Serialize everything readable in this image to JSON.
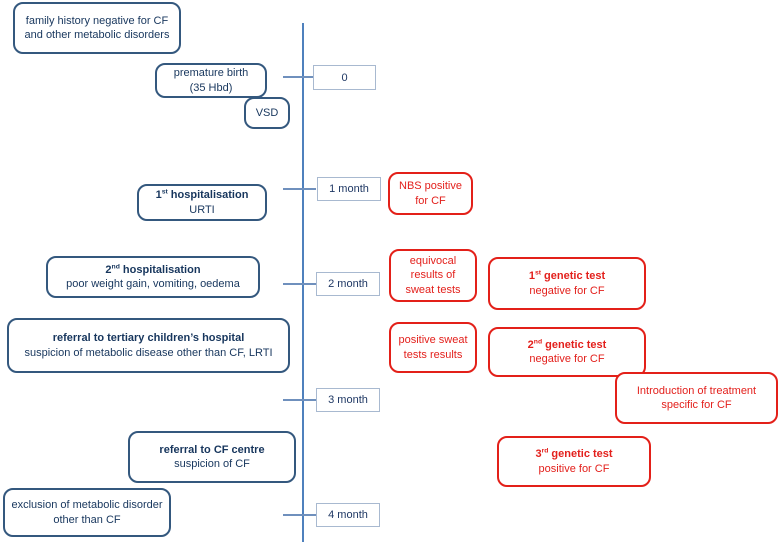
{
  "colors": {
    "clinical_border": "#34587e",
    "clinical_text": "#17365d",
    "diagnostic_red": "#e32019",
    "timeline_blue": "#4f81bd",
    "milestone_border": "#a8b9d0"
  },
  "timeline": {
    "milestones": [
      {
        "label": "0"
      },
      {
        "label": "1 month"
      },
      {
        "label": "2 month"
      },
      {
        "label": "3 month"
      },
      {
        "label": "4 month"
      }
    ]
  },
  "clinical_events": {
    "family_history": {
      "text": "family history negative for CF and other metabolic disorders"
    },
    "premature_birth": {
      "line1": "premature birth",
      "line2": "(35 Hbd)"
    },
    "vsd": {
      "text": "VSD"
    },
    "hospitalisation_1": {
      "ord_num": "1",
      "ord_suffix": "st",
      "title_rest": " hospitalisation",
      "subtitle": "URTI"
    },
    "hospitalisation_2": {
      "ord_num": "2",
      "ord_suffix": "nd",
      "title_rest": " hospitalisation",
      "subtitle": "poor weight gain, vomiting, oedema"
    },
    "referral_tertiary": {
      "title": "referral to tertiary children’s hospital",
      "subtitle": "suspicion of metabolic disease other than CF, LRTI"
    },
    "referral_cf_centre": {
      "title": "referral to CF centre",
      "subtitle": "suspicion of CF"
    },
    "exclusion_metabolic": {
      "text": "exclusion of metabolic disorder other than CF"
    }
  },
  "diagnostic_events": {
    "nbs": {
      "text": "NBS positive for CF"
    },
    "equivocal_sweat": {
      "text": "equivocal results of sweat tests"
    },
    "genetic_1": {
      "ord_num": "1",
      "ord_suffix": "st",
      "title_rest": " genetic test",
      "subtitle": "negative for CF"
    },
    "positive_sweat": {
      "text": "positive sweat tests results"
    },
    "genetic_2": {
      "ord_num": "2",
      "ord_suffix": "nd",
      "title_rest": " genetic test",
      "subtitle": "negative for CF"
    },
    "treatment": {
      "text": "Introduction of treatment specific for CF"
    },
    "genetic_3": {
      "ord_num": "3",
      "ord_suffix": "rd",
      "title_rest": " genetic test",
      "subtitle": "positive for CF"
    }
  }
}
